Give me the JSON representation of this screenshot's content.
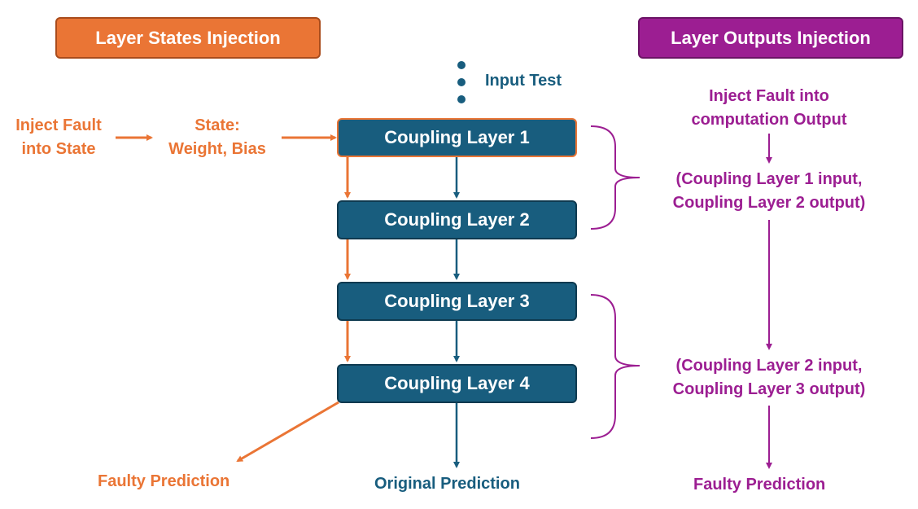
{
  "headers": {
    "left": "Layer States Injection",
    "right": "Layer Outputs Injection"
  },
  "input_label": "Input Test",
  "layers": [
    "Coupling Layer 1",
    "Coupling Layer 2",
    "Coupling Layer 3",
    "Coupling Layer 4"
  ],
  "left_flow": {
    "inject_line1": "Inject Fault",
    "inject_line2": "into State",
    "state_line1": "State:",
    "state_line2": "Weight, Bias",
    "output": "Faulty Prediction"
  },
  "center_output": "Original Prediction",
  "right_flow": {
    "inject_line1": "Inject Fault into",
    "inject_line2": "computation Output",
    "group1_line1": "(Coupling Layer 1 input,",
    "group1_line2": "Coupling Layer 2 output)",
    "group2_line1": "(Coupling Layer 2 input,",
    "group2_line2": "Coupling Layer 3 output)",
    "output": "Faulty Prediction"
  },
  "colors": {
    "orange": "#ea7535",
    "blue": "#185d7e",
    "purple": "#9c1e92"
  }
}
